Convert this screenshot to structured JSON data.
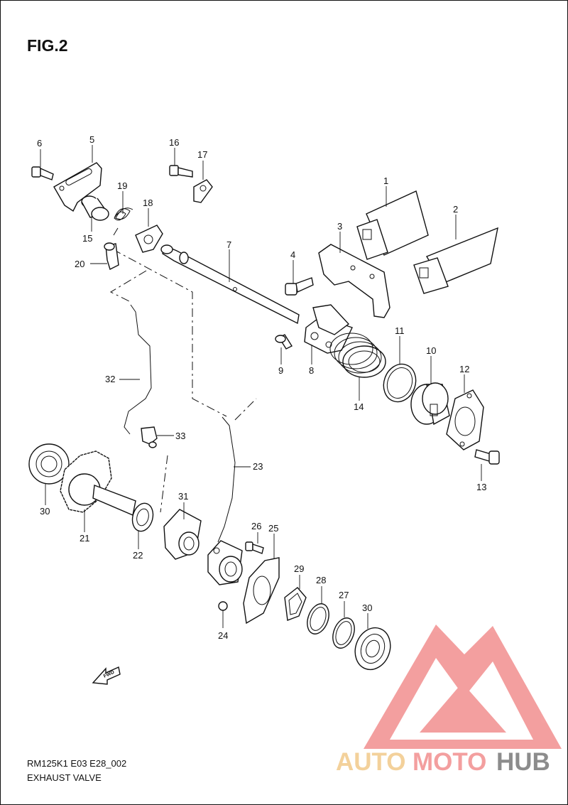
{
  "figure": {
    "title": "FIG.2"
  },
  "footer": {
    "code": "RM125K1 E03 E28_002",
    "caption": "EXHAUST VALVE"
  },
  "fwd_arrow": {
    "text": "FWD"
  },
  "watermark": {
    "brand_part1": "AUTO",
    "brand_part2": "MOTO",
    "brand_part3": "HUB",
    "color_primary": "#f08080",
    "color_secondary": "#f0c27a",
    "color_dark": "#666666"
  },
  "parts": {
    "p1": "1",
    "p2": "2",
    "p3": "3",
    "p4": "4",
    "p5": "5",
    "p6": "6",
    "p7": "7",
    "p8": "8",
    "p9": "9",
    "p10": "10",
    "p11": "11",
    "p12": "12",
    "p13": "13",
    "p14": "14",
    "p15": "15",
    "p16": "16",
    "p17": "17",
    "p18": "18",
    "p19": "19",
    "p20": "20",
    "p21": "21",
    "p22": "22",
    "p23": "23",
    "p24": "24",
    "p25": "25",
    "p26": "26",
    "p27": "27",
    "p28": "28",
    "p29": "29",
    "p30a": "30",
    "p30b": "30",
    "p31": "31",
    "p32": "32",
    "p33": "33"
  }
}
